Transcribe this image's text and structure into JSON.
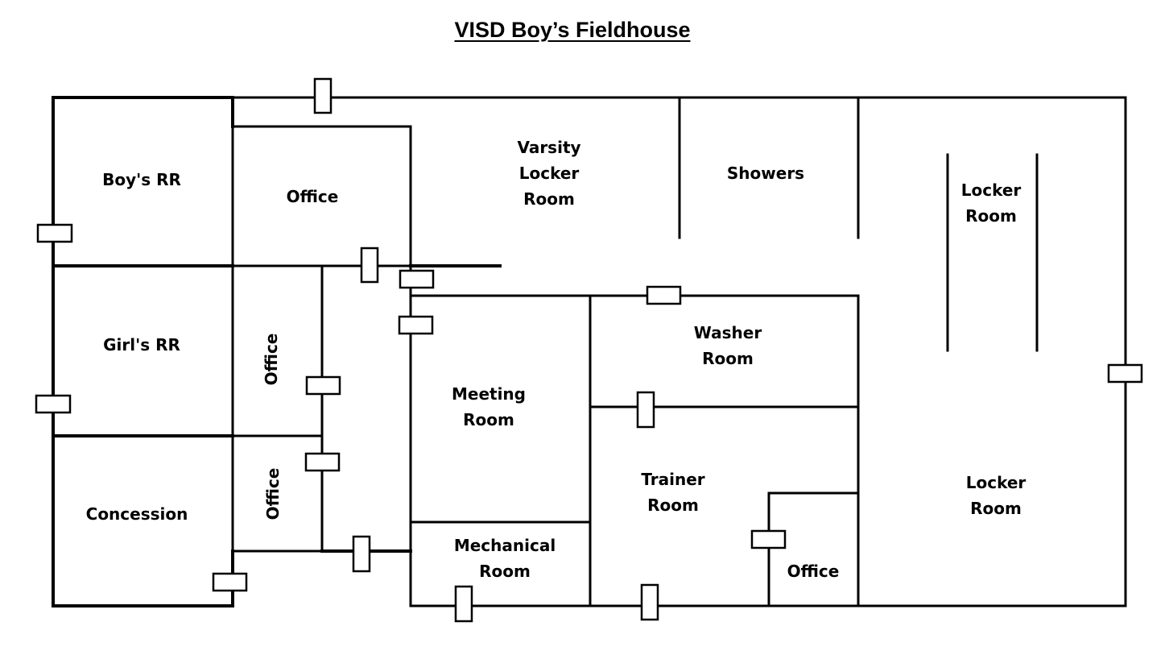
{
  "title": "VISD Boy’s Fieldhouse",
  "rooms": {
    "boys_rr": [
      "Boy's RR"
    ],
    "girls_rr": [
      "Girl's RR"
    ],
    "concession": [
      "Concession"
    ],
    "office_top": [
      "Office"
    ],
    "office_mid": [
      "Office"
    ],
    "office_low": [
      "Office"
    ],
    "varsity_locker": [
      "Varsity",
      "Locker",
      "Room"
    ],
    "showers": [
      "Showers"
    ],
    "locker_room_upper": [
      "Locker",
      "Room"
    ],
    "washer_room": [
      "Washer",
      "Room"
    ],
    "meeting_room": [
      "Meeting",
      "Room"
    ],
    "mechanical_room": [
      "Mechanical",
      "Room"
    ],
    "trainer_room": [
      "Trainer",
      "Room"
    ],
    "office_trainer": [
      "Office"
    ],
    "locker_room_lower": [
      "Locker",
      "Room"
    ]
  },
  "colors": {
    "line": "#000000",
    "background": "#ffffff"
  }
}
